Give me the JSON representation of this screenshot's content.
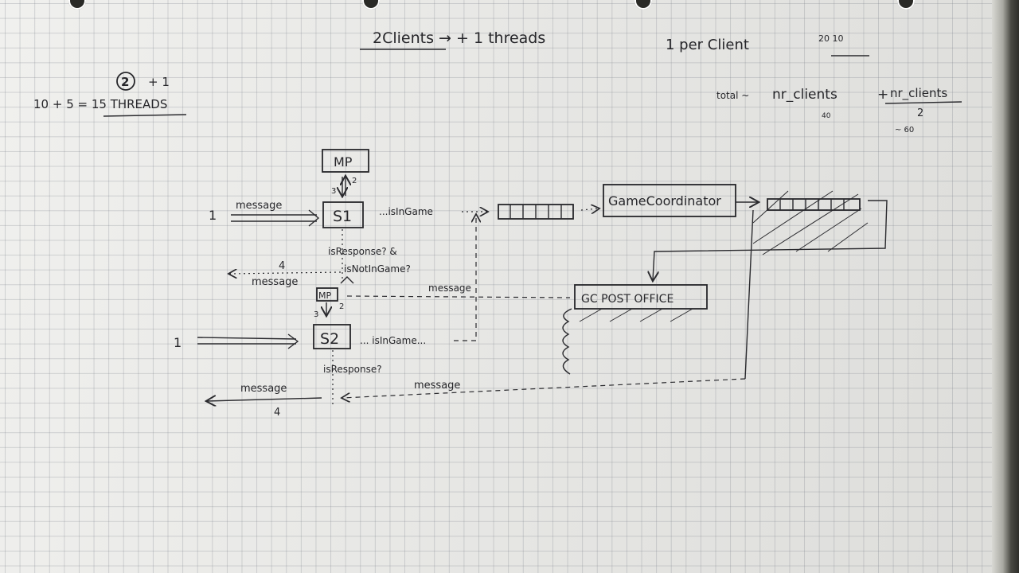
{
  "header": {
    "clients_threads": "2Clients → + 1 threads",
    "per_client": "1 per Client",
    "top_right_note": "20 10"
  },
  "thread_math": {
    "circled": "2",
    "plus_one": "+ 1",
    "equation": "10 + 5 = 15 THREADS"
  },
  "formula": {
    "total": "total ~",
    "nr_clients": "nr_clients",
    "plus": "+",
    "nr_clients_frac": "nr_clients",
    "divisor": "2",
    "sub_a": "40",
    "sub_b": "~ 60"
  },
  "nodes": {
    "mp_top": "MP",
    "mp_small": "MP",
    "s1": "S1",
    "s2": "S2",
    "game_coordinator": "GameCoordinator",
    "post_office": "GC POST OFFICE"
  },
  "labels": {
    "one_a": "1",
    "one_b": "1",
    "message_in": "message",
    "num_3a": "3",
    "num_2a": "2",
    "num_3b": "3",
    "num_2b": "2",
    "is_in_game_1": "...isInGame",
    "is_in_game_2": "... isInGame...",
    "is_response_and": "isResponse? &",
    "is_not_in_game": "isNotInGame?",
    "four_a": "4",
    "message_out_1": "message",
    "message_mid": "message",
    "is_response_2": "isResponse?",
    "message_out_2": "message",
    "four_b": "4",
    "message_bottom": "message"
  }
}
